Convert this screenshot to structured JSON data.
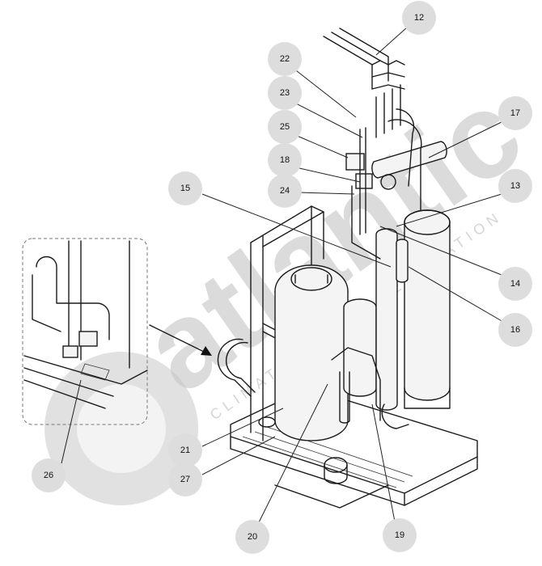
{
  "watermark": {
    "brand": "atlantic",
    "tagline": "CLIMATISATION & VENTILATION"
  },
  "callouts": [
    {
      "id": "c12",
      "label": "12"
    },
    {
      "id": "c22",
      "label": "22"
    },
    {
      "id": "c23",
      "label": "23"
    },
    {
      "id": "c25",
      "label": "25"
    },
    {
      "id": "c17",
      "label": "17"
    },
    {
      "id": "c18",
      "label": "18"
    },
    {
      "id": "c24",
      "label": "24"
    },
    {
      "id": "c15",
      "label": "15"
    },
    {
      "id": "c13",
      "label": "13"
    },
    {
      "id": "c14",
      "label": "14"
    },
    {
      "id": "c16",
      "label": "16"
    },
    {
      "id": "c21",
      "label": "21"
    },
    {
      "id": "c27",
      "label": "27"
    },
    {
      "id": "c26",
      "label": "26"
    },
    {
      "id": "c20",
      "label": "20"
    },
    {
      "id": "c19",
      "label": "19"
    }
  ]
}
